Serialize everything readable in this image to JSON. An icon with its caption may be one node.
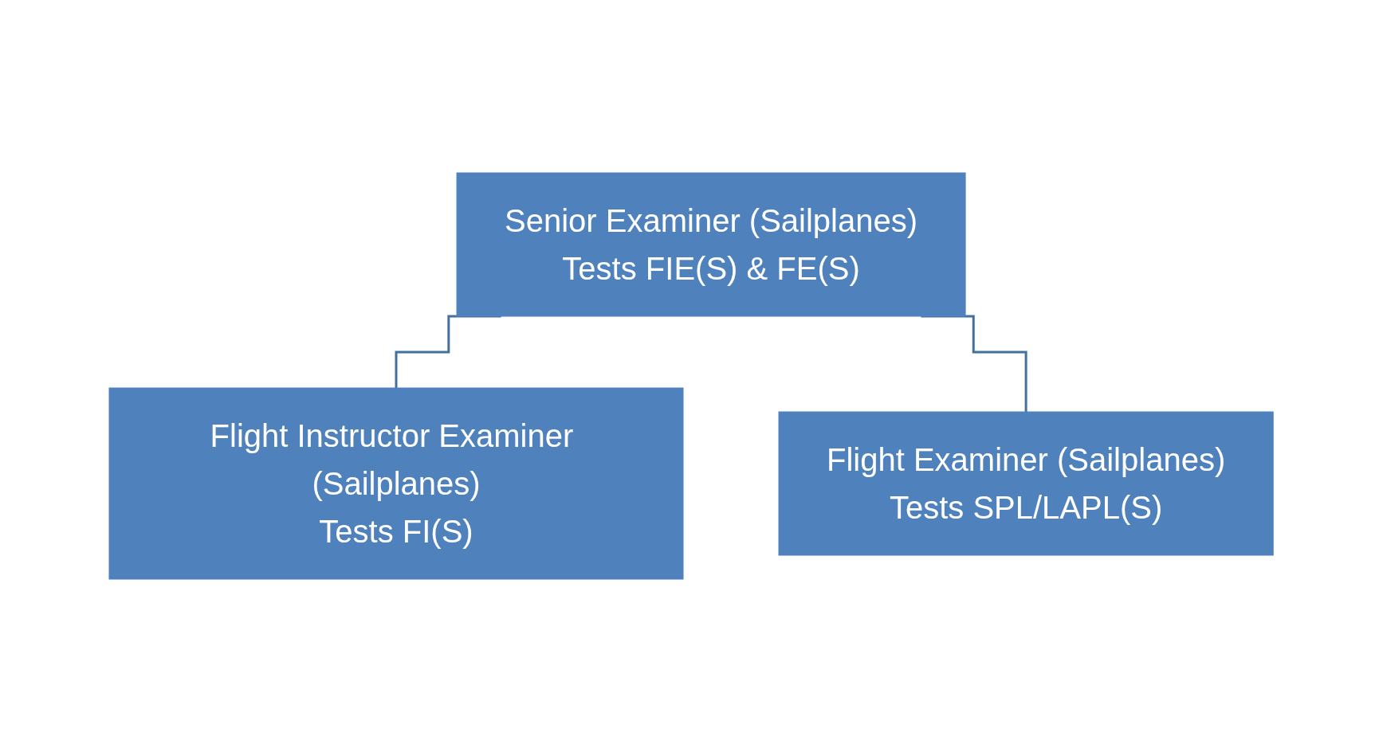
{
  "diagram": {
    "nodes": [
      {
        "text": [
          "Senior Examiner (Sailplanes)",
          "Tests FIE(S) & FE(S)"
        ]
      },
      {
        "text": [
          "Flight Instructor Examiner (Sailplanes)",
          "Tests FI(S)"
        ]
      },
      {
        "text": [
          "Flight Examiner (Sailplanes)",
          "Tests SPL/LAPL(S)"
        ]
      }
    ],
    "edges": [
      {
        "from": 0,
        "to": 1,
        "arrow": "none"
      },
      {
        "from": 0,
        "to": 2,
        "arrow": "none"
      }
    ]
  }
}
